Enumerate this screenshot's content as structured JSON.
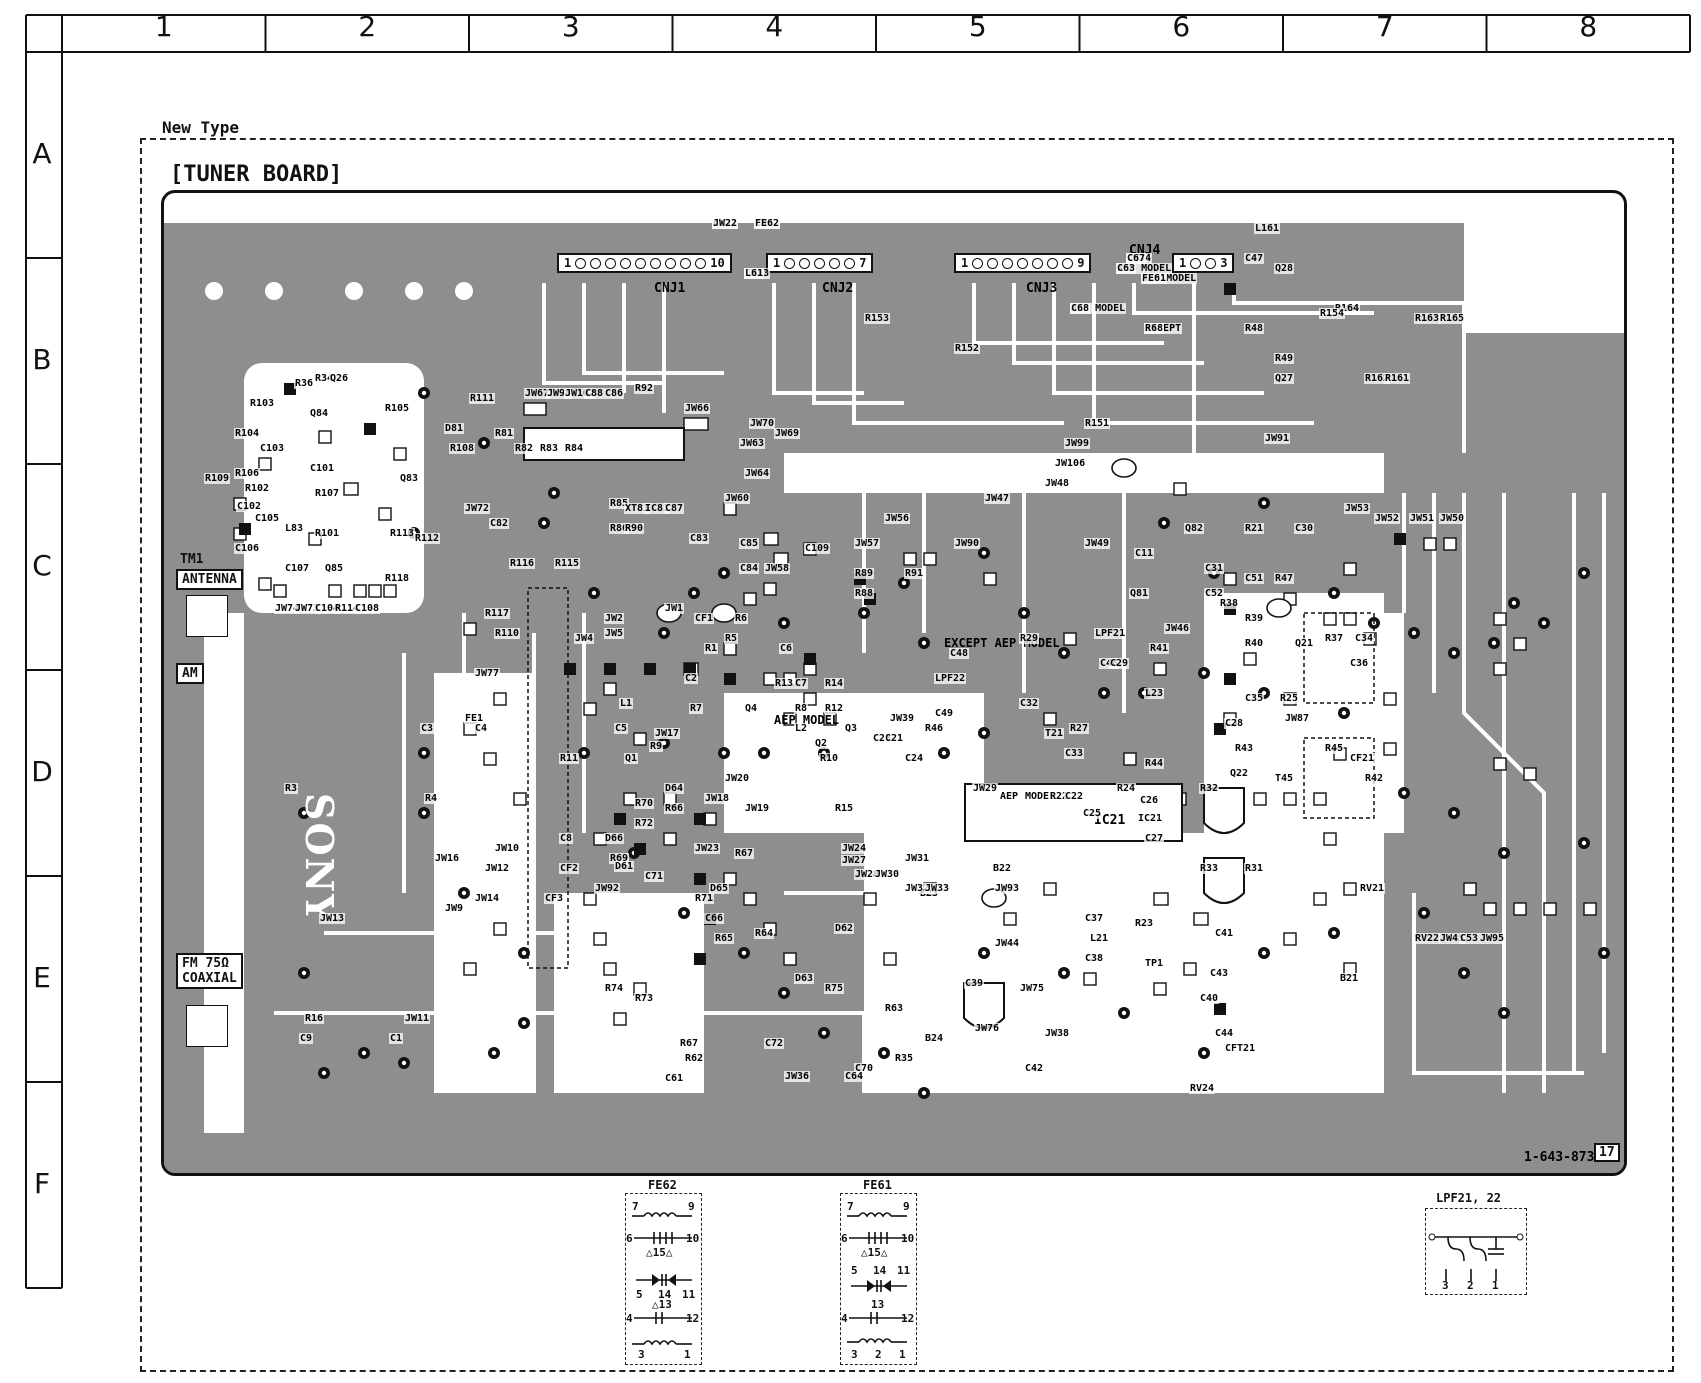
{
  "grid": {
    "columns": [
      "1",
      "2",
      "3",
      "4",
      "5",
      "6",
      "7",
      "8"
    ],
    "rows": [
      "A",
      "B",
      "C",
      "D",
      "E",
      "F"
    ]
  },
  "header": {
    "type_label": "New Type",
    "board_title": "[TUNER BOARD]"
  },
  "connectors": [
    {
      "name": "CNJ1",
      "first_pin": "1",
      "last_pin": "10"
    },
    {
      "name": "CNJ2",
      "first_pin": "1",
      "last_pin": "7"
    },
    {
      "name": "CNJ3",
      "first_pin": "1",
      "last_pin": "9"
    },
    {
      "name": "CNJ4",
      "first_pin": "1",
      "last_pin": "3"
    }
  ],
  "antenna": {
    "tm1": "TM1",
    "antenna": "ANTENNA",
    "am": "AM",
    "fm_line1": "FM 75Ω",
    "fm_line2": "COAXIAL"
  },
  "brand": "SONY",
  "board_id": "1-643-873-",
  "board_suffix": "17",
  "ic_label": "IC21",
  "model_notes": {
    "except_aep_model": "EXCEPT AEP MODEL",
    "aep_model": "AEP MODEL"
  },
  "components": [
    "FE1",
    "XT81",
    "IC81",
    "L1",
    "L2",
    "CF1",
    "CF2",
    "CF3",
    "T21",
    "CF21",
    "CFT21",
    "RV21",
    "RV22",
    "RV24",
    "LPF21",
    "LPF22",
    "TP1",
    "FE61",
    "FE62",
    "L21",
    "Q81",
    "Q82",
    "Q27",
    "Q28",
    "L161",
    "C51",
    "C52",
    "C30",
    "C31",
    "C34",
    "C36",
    "C23",
    "C24",
    "C28",
    "C42",
    "C43",
    "C40",
    "C41",
    "C37",
    "C38",
    "C39",
    "C46",
    "C49",
    "R47",
    "R39",
    "R38",
    "R29",
    "R21",
    "R22",
    "R23",
    "R25",
    "R27",
    "R32",
    "R33",
    "R34",
    "R35",
    "R36",
    "R41",
    "R42",
    "R43",
    "R44",
    "R45",
    "R46",
    "R110",
    "R101",
    "R92",
    "R1",
    "R3",
    "R4",
    "R16",
    "R64",
    "R62",
    "R67",
    "R70",
    "R72",
    "R74",
    "R75",
    "R14",
    "R12",
    "R13",
    "R10",
    "R11",
    "R7",
    "R6",
    "R9",
    "R5",
    "R154",
    "R153",
    "R151",
    "R152",
    "R161",
    "R162",
    "R163",
    "R164",
    "R48",
    "R49",
    "R81",
    "R82",
    "R83",
    "R84",
    "R85",
    "R86",
    "R103",
    "R104",
    "R105",
    "R106",
    "R107",
    "R108",
    "R109",
    "R111",
    "R112",
    "R114",
    "R115",
    "R116",
    "R117",
    "R118",
    "C101",
    "C102",
    "C103",
    "C104",
    "C105",
    "C106",
    "C107",
    "C108",
    "C61",
    "C64",
    "C67",
    "C68",
    "C70",
    "C71",
    "C72",
    "C53",
    "C3",
    "C4",
    "C8",
    "C9",
    "C11",
    "C2",
    "C1",
    "C7",
    "C9",
    "JW9",
    "JW10",
    "JW12",
    "JW13",
    "JW14",
    "JW16",
    "JW17",
    "JW18",
    "JW19",
    "JW20",
    "JW22",
    "JW24",
    "JW27",
    "JW28",
    "JW29",
    "JW30",
    "JW31",
    "JW33",
    "JW36",
    "JW38",
    "JW39",
    "JW43",
    "JW44",
    "JW45",
    "JW46",
    "JW47",
    "JW48",
    "JW49",
    "JW50",
    "JW51",
    "JW52",
    "JW53",
    "JW56",
    "JW57",
    "JW58",
    "JW60",
    "JW62",
    "JW63",
    "JW64",
    "JW66",
    "JW67",
    "JW69",
    "JW70",
    "JW72",
    "JW73",
    "JW74",
    "JW75",
    "JW76",
    "JW77",
    "JW87",
    "JW91",
    "JW92",
    "JW93",
    "JW95",
    "JW98",
    "JW99",
    "JW101",
    "JW102",
    "JW106",
    "B21",
    "B22",
    "B23",
    "B24",
    "D61",
    "D62",
    "D64",
    "D65",
    "D66",
    "Q81",
    "Q83",
    "Q84",
    "Q85",
    "Q21",
    "Q22",
    "Q26"
  ],
  "pcb_labels": [
    {
      "t": "CNJ1"
    },
    {
      "t": "CNJ2"
    },
    {
      "t": "CNJ3"
    },
    {
      "t": "CNJ4"
    },
    {
      "t": "EXCEPT"
    },
    {
      "t": "AEP MODEL"
    },
    {
      "t": "AEP MODEL"
    },
    {
      "t": "AEP MODEL"
    },
    {
      "t": "L161"
    },
    {
      "t": "C47"
    },
    {
      "t": "Q28"
    },
    {
      "t": "R48"
    },
    {
      "t": "R164"
    },
    {
      "t": "R163"
    },
    {
      "t": "R165"
    },
    {
      "t": "R49"
    },
    {
      "t": "Q27"
    },
    {
      "t": "R162"
    },
    {
      "t": "R161"
    },
    {
      "t": "R154"
    },
    {
      "t": "R153"
    },
    {
      "t": "R152"
    },
    {
      "t": "R151"
    },
    {
      "t": "JW99"
    },
    {
      "t": "JW106"
    },
    {
      "t": "JW91"
    },
    {
      "t": "JW53"
    },
    {
      "t": "JW52"
    },
    {
      "t": "JW51"
    },
    {
      "t": "JW50"
    },
    {
      "t": "JW49"
    },
    {
      "t": "JW48"
    },
    {
      "t": "JW47"
    },
    {
      "t": "JW90"
    },
    {
      "t": "JW56"
    },
    {
      "t": "JW57"
    },
    {
      "t": "JW58"
    },
    {
      "t": "JW60"
    },
    {
      "t": "JW64"
    },
    {
      "t": "JW63"
    },
    {
      "t": "JW69"
    },
    {
      "t": "JW70"
    },
    {
      "t": "JW66"
    },
    {
      "t": "JW67"
    },
    {
      "t": "JW98"
    },
    {
      "t": "JW102"
    },
    {
      "t": "C88"
    },
    {
      "t": "C86"
    },
    {
      "t": "R92"
    },
    {
      "t": "R81"
    },
    {
      "t": "R82"
    },
    {
      "t": "R83"
    },
    {
      "t": "R84"
    },
    {
      "t": "R85"
    },
    {
      "t": "R86"
    },
    {
      "t": "XT81"
    },
    {
      "t": "IC81"
    },
    {
      "t": "C87"
    },
    {
      "t": "R90"
    },
    {
      "t": "C85"
    },
    {
      "t": "C84"
    },
    {
      "t": "C83"
    },
    {
      "t": "C109"
    },
    {
      "t": "R89"
    },
    {
      "t": "R88"
    },
    {
      "t": "R91"
    },
    {
      "t": "C11"
    },
    {
      "t": "Q81"
    },
    {
      "t": "Q82"
    },
    {
      "t": "R21"
    },
    {
      "t": "C30"
    },
    {
      "t": "C31"
    },
    {
      "t": "C51"
    },
    {
      "t": "R47"
    },
    {
      "t": "C52"
    },
    {
      "t": "R38"
    },
    {
      "t": "R39"
    },
    {
      "t": "R40"
    },
    {
      "t": "Q21"
    },
    {
      "t": "R37"
    },
    {
      "t": "C34"
    },
    {
      "t": "C36"
    },
    {
      "t": "JW46"
    },
    {
      "t": "LPF21"
    },
    {
      "t": "C46"
    },
    {
      "t": "R41"
    },
    {
      "t": "R29"
    },
    {
      "t": "C29"
    },
    {
      "t": "L23"
    },
    {
      "t": "C32"
    },
    {
      "t": "T21"
    },
    {
      "t": "R27"
    },
    {
      "t": "C33"
    },
    {
      "t": "C35"
    },
    {
      "t": "R25"
    },
    {
      "t": "C28"
    },
    {
      "t": "JW87"
    },
    {
      "t": "R43"
    },
    {
      "t": "R44"
    },
    {
      "t": "Q22"
    },
    {
      "t": "T45"
    },
    {
      "t": "R45"
    },
    {
      "t": "CF21"
    },
    {
      "t": "R42"
    },
    {
      "t": "C48"
    },
    {
      "t": "LPF22"
    },
    {
      "t": "C49"
    },
    {
      "t": "R46"
    },
    {
      "t": "C23"
    },
    {
      "t": "JW39"
    },
    {
      "t": "C21"
    },
    {
      "t": "C24"
    },
    {
      "t": "JW29"
    },
    {
      "t": "AEP"
    },
    {
      "t": "MODEL"
    },
    {
      "t": "R22"
    },
    {
      "t": "C22"
    },
    {
      "t": "C25"
    },
    {
      "t": "R24"
    },
    {
      "t": "C26"
    },
    {
      "t": "C27"
    },
    {
      "t": "IC21"
    },
    {
      "t": "R32"
    },
    {
      "t": "R33"
    },
    {
      "t": "R31"
    },
    {
      "t": "R35"
    },
    {
      "t": "RV21"
    },
    {
      "t": "RV22"
    },
    {
      "t": "JW45"
    },
    {
      "t": "C53"
    },
    {
      "t": "JW95"
    },
    {
      "t": "B21"
    },
    {
      "t": "B22"
    },
    {
      "t": "B23"
    },
    {
      "t": "B24"
    },
    {
      "t": "JW44"
    },
    {
      "t": "L21"
    },
    {
      "t": "R23"
    },
    {
      "t": "TP1"
    },
    {
      "t": "C43"
    },
    {
      "t": "C40"
    },
    {
      "t": "C41"
    },
    {
      "t": "C37"
    },
    {
      "t": "C38"
    },
    {
      "t": "C39"
    },
    {
      "t": "JW76"
    },
    {
      "t": "JW75"
    },
    {
      "t": "JW38"
    },
    {
      "t": "C42"
    },
    {
      "t": "C44"
    },
    {
      "t": "CFT21"
    },
    {
      "t": "RV24"
    },
    {
      "t": "R34"
    },
    {
      "t": "Q26"
    },
    {
      "t": "R36"
    },
    {
      "t": "R103"
    },
    {
      "t": "R104"
    },
    {
      "t": "Q84"
    },
    {
      "t": "R105"
    },
    {
      "t": "C103"
    },
    {
      "t": "C101"
    },
    {
      "t": "Q83"
    },
    {
      "t": "R109"
    },
    {
      "t": "R106"
    },
    {
      "t": "R102"
    },
    {
      "t": "C102"
    },
    {
      "t": "R107"
    },
    {
      "t": "R108"
    },
    {
      "t": "D81"
    },
    {
      "t": "R111"
    },
    {
      "t": "JW72"
    },
    {
      "t": "C82"
    },
    {
      "t": "L83"
    },
    {
      "t": "R101"
    },
    {
      "t": "C105"
    },
    {
      "t": "C106"
    },
    {
      "t": "C107"
    },
    {
      "t": "Q85"
    },
    {
      "t": "R113"
    },
    {
      "t": "R112"
    },
    {
      "t": "R118"
    },
    {
      "t": "JW74"
    },
    {
      "t": "JW73"
    },
    {
      "t": "C104"
    },
    {
      "t": "R114"
    },
    {
      "t": "C108"
    },
    {
      "t": "R115"
    },
    {
      "t": "R116"
    },
    {
      "t": "R117"
    },
    {
      "t": "R110"
    },
    {
      "t": "JW77"
    },
    {
      "t": "FE1"
    },
    {
      "t": "C4"
    },
    {
      "t": "C3"
    },
    {
      "t": "R3"
    },
    {
      "t": "R4"
    },
    {
      "t": "JW16"
    },
    {
      "t": "JW13"
    },
    {
      "t": "JW10"
    },
    {
      "t": "JW12"
    },
    {
      "t": "JW14"
    },
    {
      "t": "JW9"
    },
    {
      "t": "C1"
    },
    {
      "t": "C9"
    },
    {
      "t": "JW11"
    },
    {
      "t": "R16"
    },
    {
      "t": "JW2"
    },
    {
      "t": "JW1"
    },
    {
      "t": "JW5"
    },
    {
      "t": "JW4"
    },
    {
      "t": "R1"
    },
    {
      "t": "L1"
    },
    {
      "t": "C5"
    },
    {
      "t": "JW17"
    },
    {
      "t": "C2"
    },
    {
      "t": "R7"
    },
    {
      "t": "Q1"
    },
    {
      "t": "R9"
    },
    {
      "t": "CF1"
    },
    {
      "t": "R6"
    },
    {
      "t": "R5"
    },
    {
      "t": "C6"
    },
    {
      "t": "R8"
    },
    {
      "t": "L2"
    },
    {
      "t": "C7"
    },
    {
      "t": "R13"
    },
    {
      "t": "R14"
    },
    {
      "t": "R12"
    },
    {
      "t": "Q2"
    },
    {
      "t": "Q3"
    },
    {
      "t": "Q4"
    },
    {
      "t": "R10"
    },
    {
      "t": "R11"
    },
    {
      "t": "C8"
    },
    {
      "t": "CF2"
    },
    {
      "t": "CF3"
    },
    {
      "t": "JW20"
    },
    {
      "t": "JW18"
    },
    {
      "t": "JW19"
    },
    {
      "t": "R15"
    },
    {
      "t": "JW24"
    },
    {
      "t": "JW27"
    },
    {
      "t": "JW28"
    },
    {
      "t": "JW30"
    },
    {
      "t": "JW31"
    },
    {
      "t": "JW32"
    },
    {
      "t": "JW33"
    },
    {
      "t": "JW93"
    },
    {
      "t": "D64"
    },
    {
      "t": "R66"
    },
    {
      "t": "R72"
    },
    {
      "t": "R70"
    },
    {
      "t": "D66"
    },
    {
      "t": "R69"
    },
    {
      "t": "D61"
    },
    {
      "t": "C71"
    },
    {
      "t": "JW92"
    },
    {
      "t": "JW23"
    },
    {
      "t": "R67"
    },
    {
      "t": "R71"
    },
    {
      "t": "D65"
    },
    {
      "t": "C66"
    },
    {
      "t": "R65"
    },
    {
      "t": "R64"
    },
    {
      "t": "D62"
    },
    {
      "t": "R74"
    },
    {
      "t": "R73"
    },
    {
      "t": "D63"
    },
    {
      "t": "R75"
    },
    {
      "t": "R63"
    },
    {
      "t": "R62"
    },
    {
      "t": "R67"
    },
    {
      "t": "C70"
    },
    {
      "t": "C72"
    },
    {
      "t": "C61"
    },
    {
      "t": "JW36"
    },
    {
      "t": "C64"
    },
    {
      "t": "JW22"
    },
    {
      "t": "FE62"
    },
    {
      "t": "L61"
    },
    {
      "t": "C67"
    },
    {
      "t": "R68"
    },
    {
      "t": "C68"
    },
    {
      "t": "FE61"
    },
    {
      "t": "C63"
    }
  ],
  "insets": {
    "fe62": {
      "title": "FE62",
      "pins_top": [
        "7",
        "9"
      ],
      "pins_mid": [
        "6",
        "10"
      ],
      "mid_note": "△15△",
      "pins_d": [
        "5",
        "14",
        "11"
      ],
      "pins_low": [
        "4",
        "12"
      ],
      "low_note": "△13",
      "pins_bottom": [
        "3",
        "1"
      ]
    },
    "fe61": {
      "title": "FE61",
      "pins_top": [
        "7",
        "9"
      ],
      "pins_mid": [
        "6",
        "10"
      ],
      "mid_note": "△15△",
      "pins_d": [
        "5",
        "14",
        "11"
      ],
      "pins_low": [
        "4",
        "12"
      ],
      "low_note": "13",
      "pins_bottom": [
        "3",
        "2",
        "1"
      ]
    },
    "lpf": {
      "title": "LPF21, 22",
      "pins_bottom": [
        "3",
        "2",
        "1"
      ]
    }
  }
}
